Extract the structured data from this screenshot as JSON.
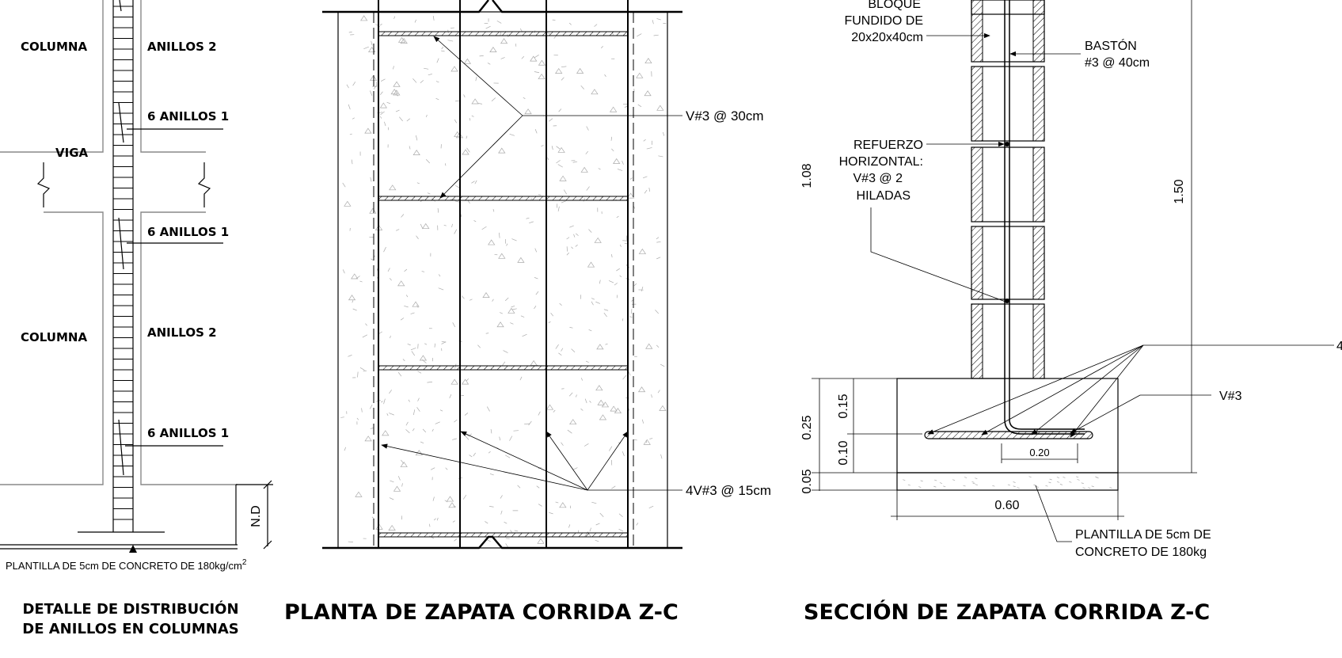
{
  "left_detail": {
    "labels": {
      "columna_top": "COLUMNA",
      "anillos2_top": "ANILLOS 2",
      "anillos1_a": "6 ANILLOS 1",
      "viga": "VIGA",
      "anillos1_b": "6 ANILLOS 1",
      "columna_bottom": "COLUMNA",
      "anillos2_bottom": "ANILLOS 2",
      "anillos1_c": "6 ANILLOS 1",
      "nd": "N.D",
      "plantilla": "PLANTILLA DE 5cm DE CONCRETO DE 180kg/cm",
      "plantilla_sup": "2"
    },
    "title_line1": "DETALLE DE DISTRIBUCIÓN",
    "title_line2": "DE ANILLOS EN COLUMNAS"
  },
  "plan": {
    "label_top": "V#3 @ 30cm",
    "label_bottom": "4V#3 @ 15cm",
    "title": "PLANTA DE ZAPATA CORRIDA  Z-C"
  },
  "section": {
    "bloque_l1": "BLOQUE",
    "bloque_l2": "FUNDIDO DE",
    "bloque_l3": "20x20x40cm",
    "baston_l1": "BASTÓN",
    "baston_l2": "#3 @ 40cm",
    "refuerzo_l1": "REFUERZO",
    "refuerzo_l2": "HORIZONTAL:",
    "refuerzo_l3": "V#3 @ 2",
    "refuerzo_l4": "HILADAS",
    "dim_108": "1.08",
    "dim_150": "1.50",
    "dim_025": "0.25",
    "dim_015": "0.15",
    "dim_010": "0.10",
    "dim_005": "0.05",
    "dim_020": "0.20",
    "dim_060": "0.60",
    "label_v3": "V#3",
    "label_4": "4",
    "plantilla_l1": "PLANTILLA DE 5cm DE",
    "plantilla_l2": "CONCRETO DE 180kg",
    "title": "SECCIÓN DE ZAPATA CORRIDA  Z-C"
  }
}
